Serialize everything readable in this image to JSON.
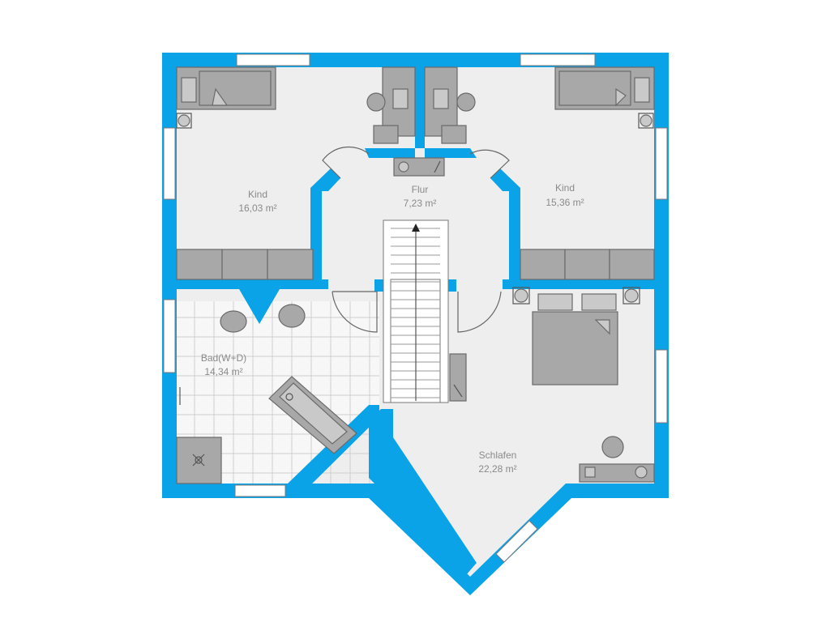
{
  "rooms": [
    {
      "id": "kind-west",
      "name": "Kind",
      "area": "16,03 m²"
    },
    {
      "id": "flur",
      "name": "Flur",
      "area": "7,23 m²"
    },
    {
      "id": "kind-east",
      "name": "Kind",
      "area": "15,36 m²"
    },
    {
      "id": "bad",
      "name": "Bad(W+D)",
      "area": "14,34 m²"
    },
    {
      "id": "schlafen",
      "name": "Schlafen",
      "area": "22,28 m²"
    }
  ],
  "colors": {
    "wall": "#0aa3e8",
    "floor": "#eeeeee",
    "furniture": "#a8a8a8",
    "tile_grid": "#cfcfcf"
  },
  "icons": [
    "stair-arrow-icon",
    "bed-icon",
    "desk-icon",
    "chair-icon",
    "bathtub-icon",
    "washbasin-icon",
    "shower-icon",
    "wardrobe-icon",
    "window-icon",
    "door-swing-icon"
  ]
}
